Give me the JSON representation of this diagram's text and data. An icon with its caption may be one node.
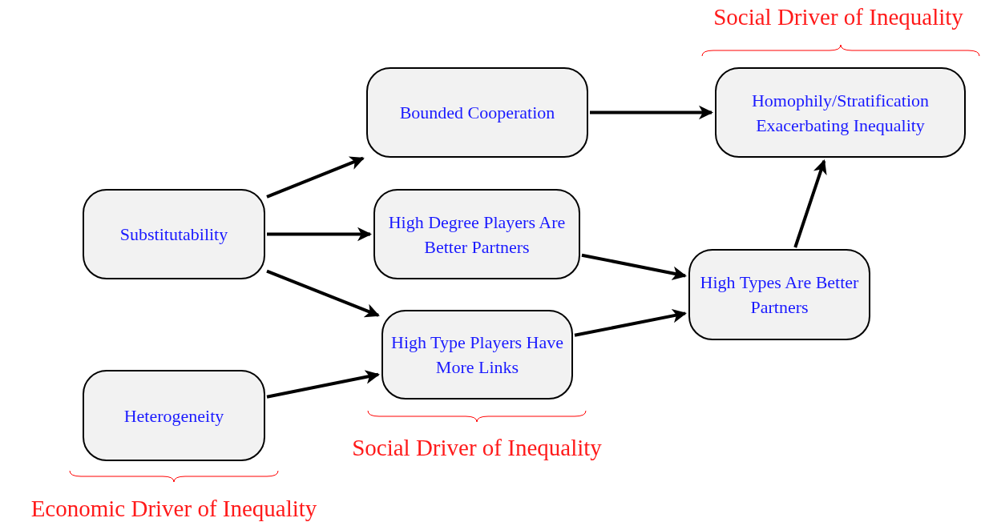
{
  "diagram": {
    "nodes": [
      {
        "text": [
          "Substitutability"
        ]
      },
      {
        "text": [
          "Heterogeneity"
        ]
      },
      {
        "text": [
          "Bounded Cooperation"
        ]
      },
      {
        "text": [
          "High Degree Players Are Better Partners"
        ]
      },
      {
        "text": [
          "High Type Players Have More Links"
        ]
      },
      {
        "text": [
          "High Types Are Better Partners"
        ]
      },
      {
        "text": [
          "Homophily/Stratification Exacerbating Inequality"
        ]
      }
    ],
    "edges": [
      {
        "from": 0,
        "to": 2,
        "arrow": "to"
      },
      {
        "from": 0,
        "to": 3,
        "arrow": "to"
      },
      {
        "from": 0,
        "to": 4,
        "arrow": "to"
      },
      {
        "from": 1,
        "to": 4,
        "arrow": "to"
      },
      {
        "from": 2,
        "to": 6,
        "arrow": "to"
      },
      {
        "from": 3,
        "to": 5,
        "arrow": "to"
      },
      {
        "from": 4,
        "to": 5,
        "arrow": "to"
      },
      {
        "from": 5,
        "to": 6,
        "arrow": "to"
      }
    ],
    "labels": [
      "Social Driver of Inequality",
      "Social Driver of Inequality",
      "Economic Driver of Inequality"
    ]
  }
}
